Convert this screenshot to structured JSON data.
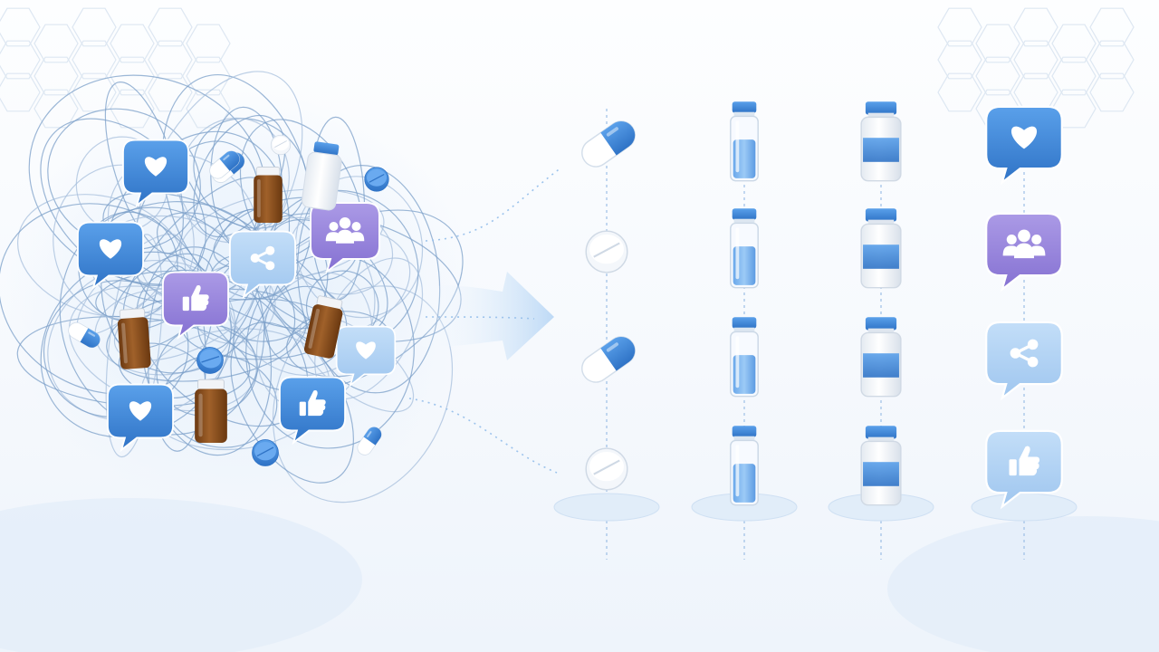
{
  "theme": {
    "accent": "#3f86d9",
    "accent_dark": "#2f73c6",
    "accent_light": "#a9cdf2",
    "purple": "#9a86dd",
    "amber": "#8a4d1c",
    "bg": "#f6f9fd"
  },
  "cluster": {
    "items": [
      {
        "type": "bubble",
        "icon": "heart-icon",
        "tone": "blue"
      },
      {
        "type": "bubble",
        "icon": "heart-icon",
        "tone": "blue"
      },
      {
        "type": "bubble",
        "icon": "heart-icon",
        "tone": "blue"
      },
      {
        "type": "bubble",
        "icon": "heart-icon",
        "tone": "light"
      },
      {
        "type": "bubble",
        "icon": "share-icon",
        "tone": "light"
      },
      {
        "type": "bubble",
        "icon": "thumbs-up-icon",
        "tone": "purple"
      },
      {
        "type": "bubble",
        "icon": "thumbs-up-icon",
        "tone": "blue"
      },
      {
        "type": "bubble",
        "icon": "group-icon",
        "tone": "purple"
      },
      {
        "type": "amber-bottle"
      },
      {
        "type": "amber-bottle"
      },
      {
        "type": "amber-bottle"
      },
      {
        "type": "amber-bottle"
      },
      {
        "type": "white-bottle"
      },
      {
        "type": "capsule"
      },
      {
        "type": "capsule"
      },
      {
        "type": "tablet"
      },
      {
        "type": "tablet"
      }
    ]
  },
  "arrow": {
    "icon": "arrow-right-icon"
  },
  "columns": [
    {
      "name": "pills",
      "items": [
        {
          "type": "capsule"
        },
        {
          "type": "tablet"
        },
        {
          "type": "capsule"
        },
        {
          "type": "tablet"
        }
      ]
    },
    {
      "name": "vials",
      "items": [
        {
          "type": "vial"
        },
        {
          "type": "vial"
        },
        {
          "type": "vial"
        },
        {
          "type": "vial"
        }
      ]
    },
    {
      "name": "bottles",
      "items": [
        {
          "type": "bottle"
        },
        {
          "type": "bottle"
        },
        {
          "type": "bottle"
        },
        {
          "type": "bottle"
        }
      ]
    },
    {
      "name": "reactions",
      "items": [
        {
          "type": "bubble",
          "icon": "heart-icon",
          "tone": "blue"
        },
        {
          "type": "bubble",
          "icon": "group-icon",
          "tone": "purple"
        },
        {
          "type": "bubble",
          "icon": "share-icon",
          "tone": "light"
        },
        {
          "type": "bubble",
          "icon": "thumbs-up-icon",
          "tone": "light"
        }
      ]
    }
  ]
}
